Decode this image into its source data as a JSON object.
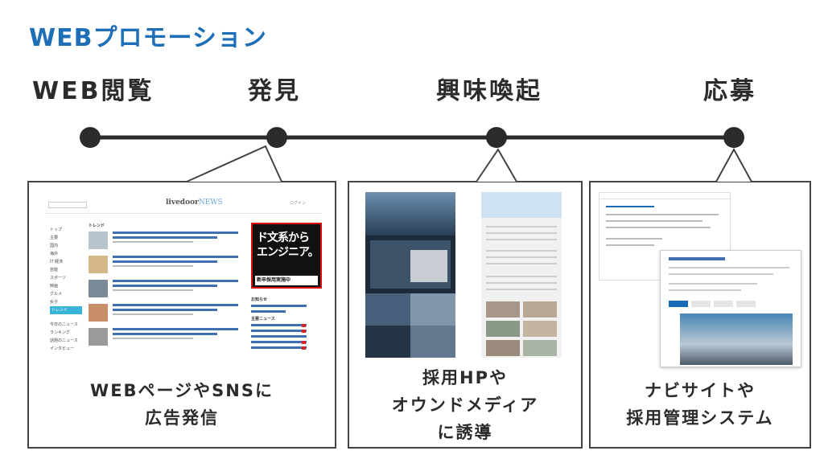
{
  "title": "WEBプロモーション",
  "stages": [
    {
      "label": "WEB閲覧"
    },
    {
      "label": "発見"
    },
    {
      "label": "興味喚起"
    },
    {
      "label": "応募"
    }
  ],
  "panels": [
    {
      "caption": "WEBページやSNSに\n広告発信",
      "mock": {
        "logo_main": "livedoor",
        "logo_sub": "NEWS",
        "header_link": "ログイン",
        "section_title": "トレンド",
        "sidebar": [
          "トップ",
          "主要",
          "国内",
          "海外",
          "IT 経済",
          "芸能",
          "スポーツ",
          "映画",
          "グルメ",
          "女子",
          "トレンド",
          "今日のニュース",
          "ランキング",
          "話題のニュース",
          "インタビュー"
        ],
        "active_item": "トレンド",
        "ad_text_1": "ド文系から",
        "ad_text_2": "エンジニア。",
        "ad_band": "新卒採用実施中",
        "right_title_1": "お知らせ",
        "right_title_2": "主要ニュース"
      }
    },
    {
      "caption": "採用HPや\nオウンドメディア\nに誘導"
    },
    {
      "caption": "ナビサイトや\n採用管理システム"
    }
  ],
  "colors": {
    "title": "#1e6fb8",
    "timeline": "#2b2b2b",
    "border": "#444444"
  }
}
